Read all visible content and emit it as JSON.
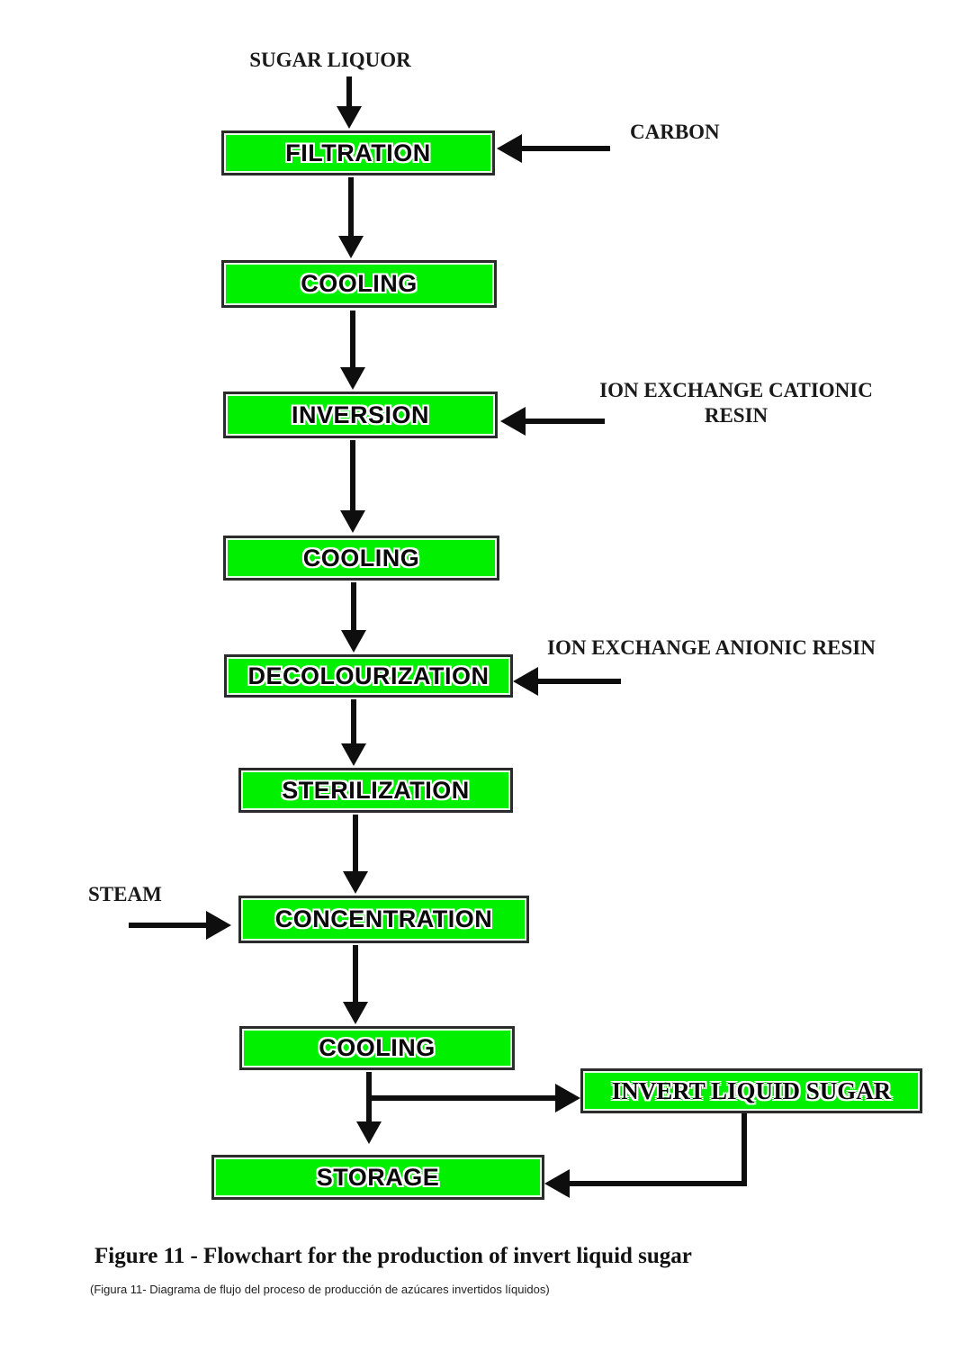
{
  "figure": {
    "caption_en": "Figure 11 - Flowchart for the production of invert liquid sugar",
    "caption_es": "(Figura 11- Diagrama de flujo del proceso de producción de azúcares invertidos líquidos)"
  },
  "colors": {
    "box_fill": "#00f000",
    "box_border": "#2b2b2b",
    "arrow": "#0e0e0e",
    "background": "#ffffff"
  },
  "nodes": {
    "filtration": "FILTRATION",
    "cooling1": "COOLING",
    "inversion": "INVERSION",
    "cooling2": "COOLING",
    "decolourization": "DECOLOURIZATION",
    "sterilization": "STERILIZATION",
    "concentration": "CONCENTRATION",
    "cooling3": "COOLING",
    "invert_liquid_sugar": "INVERT LIQUID SUGAR",
    "storage": "STORAGE"
  },
  "inputs": {
    "sugar_liquor": "SUGAR LIQUOR",
    "carbon": "CARBON",
    "cationic_resin": "ION EXCHANGE CATIONIC RESIN",
    "anionic_resin": "ION EXCHANGE ANIONIC RESIN",
    "steam": "STEAM"
  }
}
